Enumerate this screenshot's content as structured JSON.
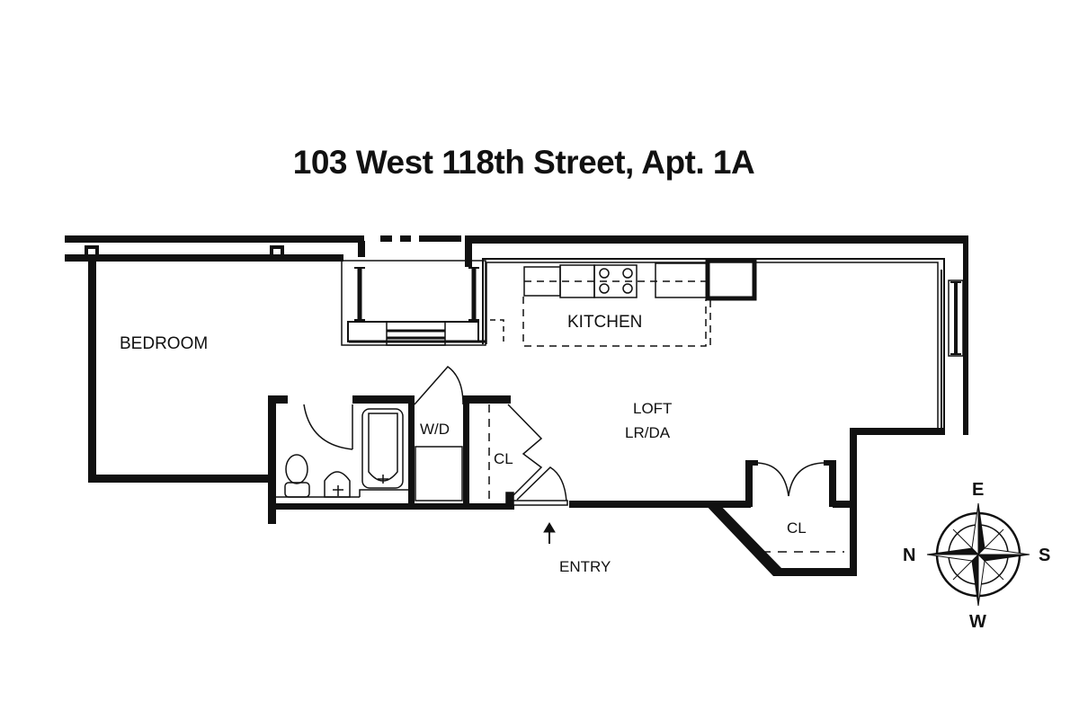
{
  "title": "103 West 118th Street, Apt. 1A",
  "rooms": {
    "bedroom": "BEDROOM",
    "kitchen": "KITCHEN",
    "loft_line1": "LOFT",
    "loft_line2": "LR/DA",
    "wd": "W/D",
    "closet_hall": "CL",
    "closet_living": "CL"
  },
  "entry": {
    "label": "ENTRY",
    "arrow": "arrow-up-icon"
  },
  "compass": {
    "top": "E",
    "left": "N",
    "right": "S",
    "bottom": "W"
  },
  "colors": {
    "wall": "#111111",
    "background": "#ffffff"
  }
}
